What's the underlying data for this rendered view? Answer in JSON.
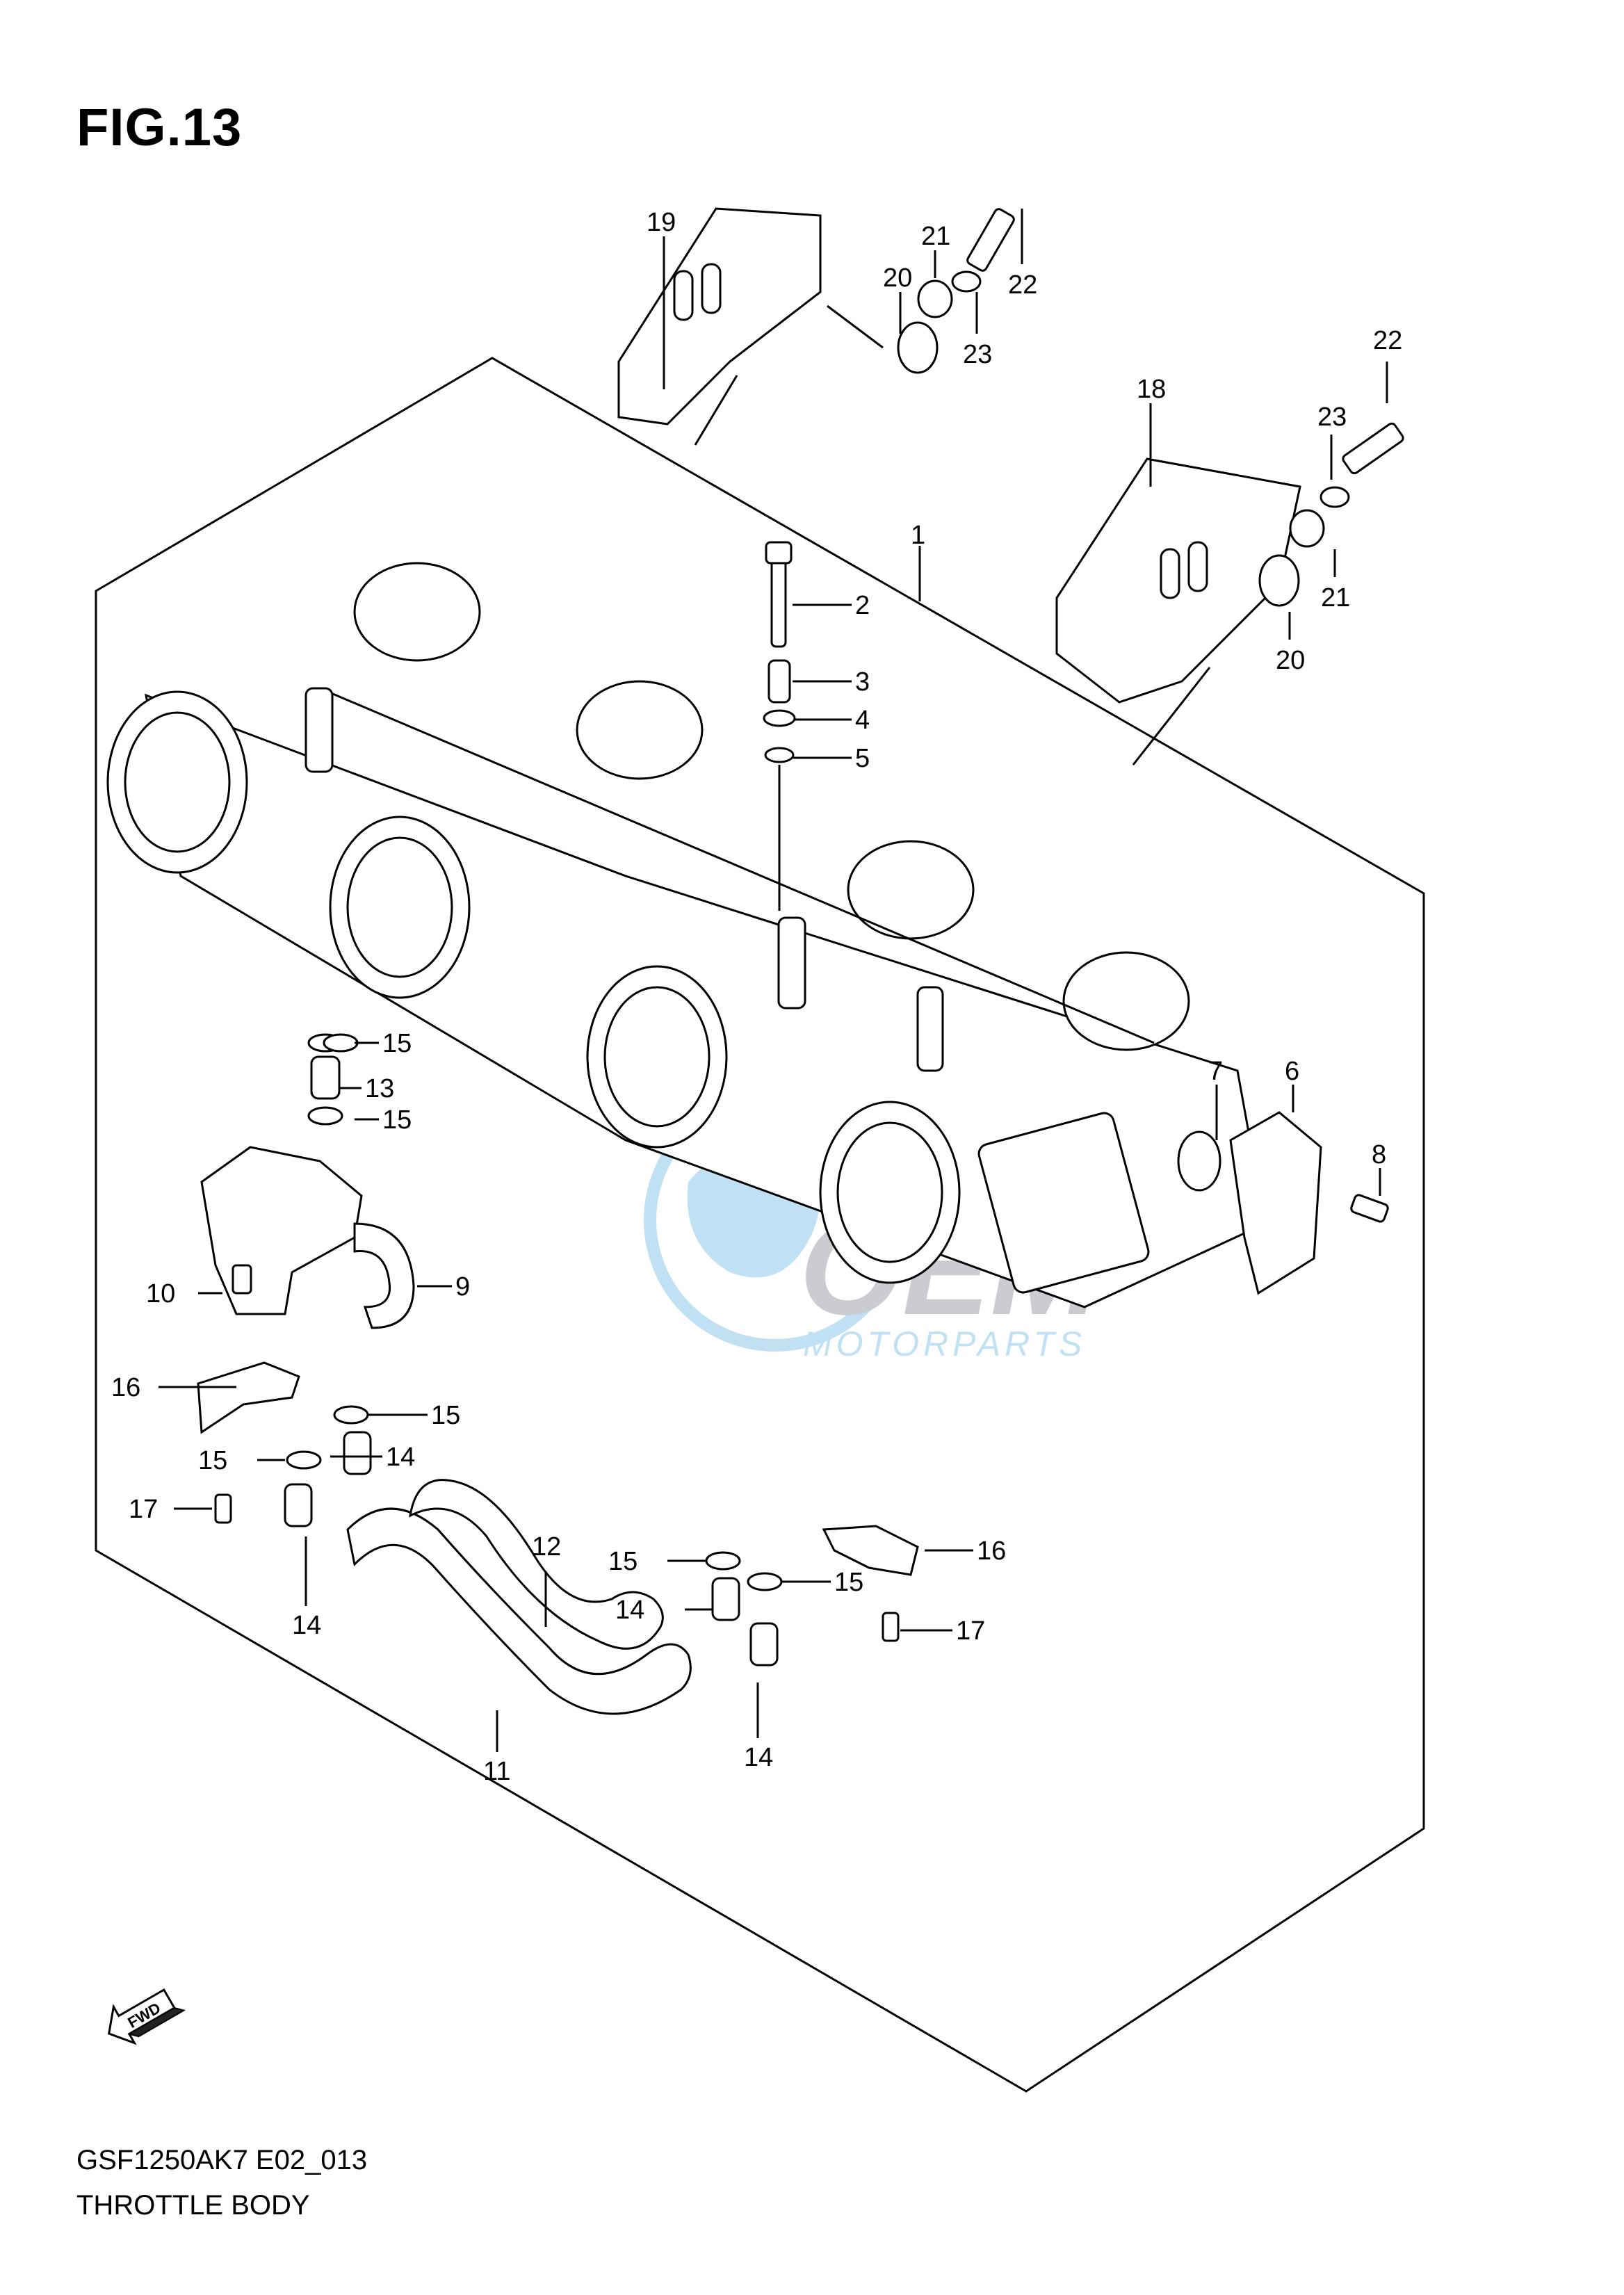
{
  "figure": {
    "title": "FIG.13",
    "model_code": "GSF1250AK7 E02_013",
    "part_group": "THROTTLE BODY",
    "fwd_label": "FWD"
  },
  "watermark": {
    "text_main": "OEM",
    "text_sub": "MOTORPARTS",
    "color": "#8ec9ea"
  },
  "callouts": [
    {
      "id": "c1",
      "label": "1"
    },
    {
      "id": "c2",
      "label": "2"
    },
    {
      "id": "c3",
      "label": "3"
    },
    {
      "id": "c4",
      "label": "4"
    },
    {
      "id": "c5",
      "label": "5"
    },
    {
      "id": "c6",
      "label": "6"
    },
    {
      "id": "c7",
      "label": "7"
    },
    {
      "id": "c8",
      "label": "8"
    },
    {
      "id": "c9",
      "label": "9"
    },
    {
      "id": "c10",
      "label": "10"
    },
    {
      "id": "c11",
      "label": "11"
    },
    {
      "id": "c12",
      "label": "12"
    },
    {
      "id": "c13",
      "label": "13"
    },
    {
      "id": "c14a",
      "label": "14"
    },
    {
      "id": "c14b",
      "label": "14"
    },
    {
      "id": "c14c",
      "label": "14"
    },
    {
      "id": "c14d",
      "label": "14"
    },
    {
      "id": "c15a",
      "label": "15"
    },
    {
      "id": "c15b",
      "label": "15"
    },
    {
      "id": "c15c",
      "label": "15"
    },
    {
      "id": "c15d",
      "label": "15"
    },
    {
      "id": "c15e",
      "label": "15"
    },
    {
      "id": "c15f",
      "label": "15"
    },
    {
      "id": "c16a",
      "label": "16"
    },
    {
      "id": "c16b",
      "label": "16"
    },
    {
      "id": "c17a",
      "label": "17"
    },
    {
      "id": "c17b",
      "label": "17"
    },
    {
      "id": "c18",
      "label": "18"
    },
    {
      "id": "c19",
      "label": "19"
    },
    {
      "id": "c20a",
      "label": "20"
    },
    {
      "id": "c20b",
      "label": "20"
    },
    {
      "id": "c21a",
      "label": "21"
    },
    {
      "id": "c21b",
      "label": "21"
    },
    {
      "id": "c22a",
      "label": "22"
    },
    {
      "id": "c22b",
      "label": "22"
    },
    {
      "id": "c23a",
      "label": "23"
    },
    {
      "id": "c23b",
      "label": "23"
    }
  ]
}
